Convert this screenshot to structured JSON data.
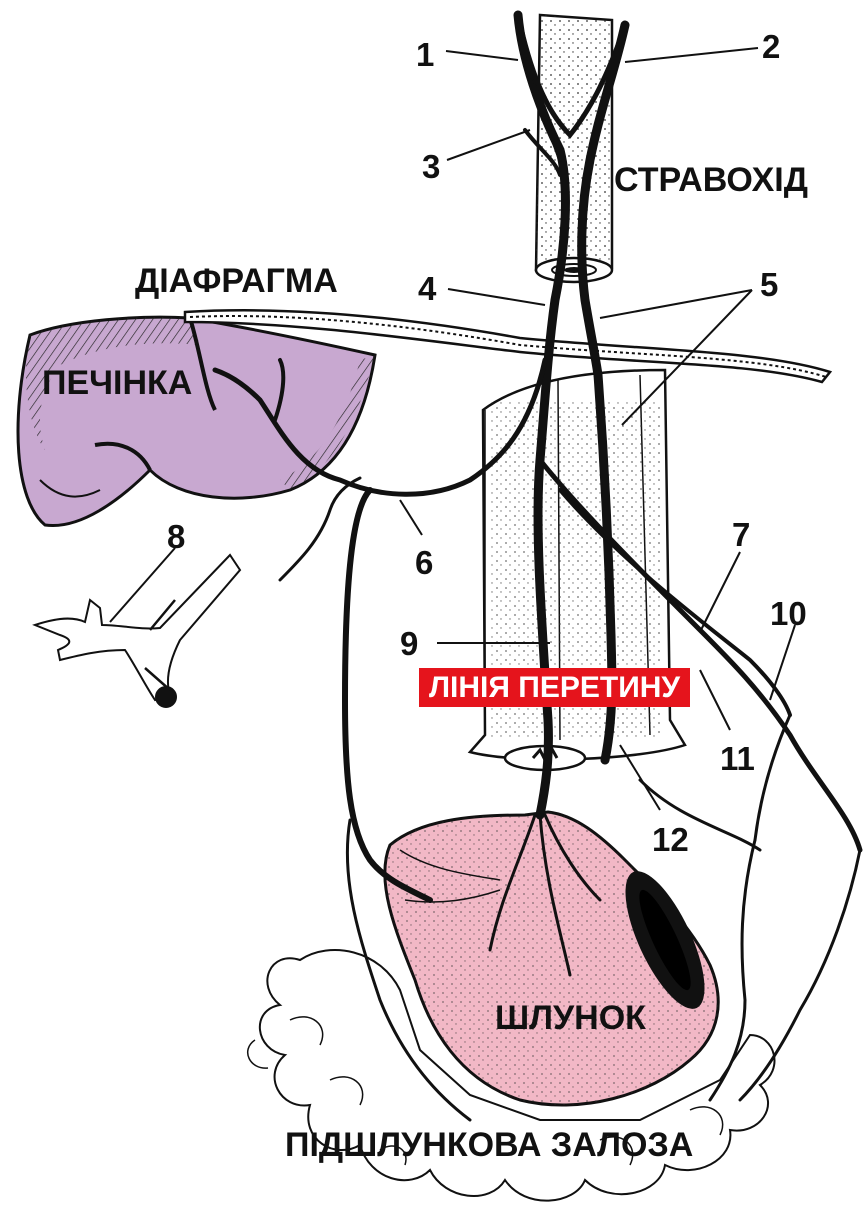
{
  "labels": {
    "esophagus": "СТРАВОХІД",
    "diaphragm": "ДІАФРАГМА",
    "liver": "ПЕЧІНКА",
    "stomach": "ШЛУНОК",
    "pancreas": "ПІДШЛУНКОВА ЗАЛОЗА",
    "cut_line": "ЛІНІЯ ПЕРЕТИНУ"
  },
  "numbers": [
    "1",
    "2",
    "3",
    "4",
    "5",
    "6",
    "7",
    "8",
    "9",
    "10",
    "11",
    "12"
  ],
  "colors": {
    "liver_fill": "#c8a8d0",
    "stomach_fill": "#f2b8c6",
    "cut_banner": "#e5141c",
    "ink": "#111111"
  }
}
